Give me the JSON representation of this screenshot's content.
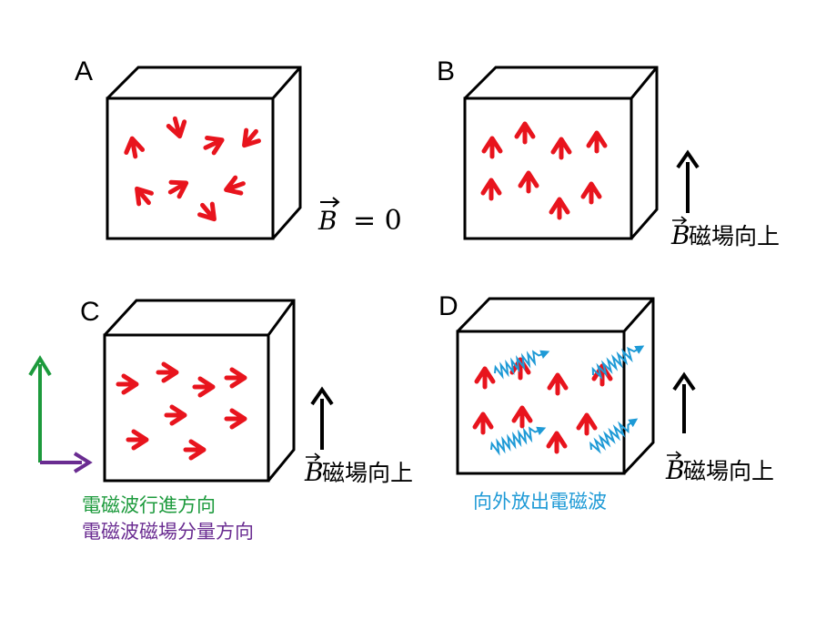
{
  "panels": {
    "a": {
      "label": "A",
      "field_text": "B",
      "field_eq": "= 0"
    },
    "b": {
      "label": "B",
      "field_text": "B",
      "field_suffix": "磁場向上"
    },
    "c": {
      "label": "C",
      "field_text": "B",
      "field_suffix": "磁場向上"
    },
    "d": {
      "label": "D",
      "field_text": "B",
      "field_suffix": "磁場向上"
    }
  },
  "legend": {
    "propagation_label": "電磁波行進方向",
    "field_component_label": "電磁波磁場分量方向"
  },
  "emission_label": "向外放出電磁波",
  "colors": {
    "spin_arrow": "#e8141d",
    "wave": "#1e9ad6",
    "propagation": "#1c9a3c",
    "field_component": "#6a2c91",
    "box": "#000000"
  },
  "icons": {
    "spin": "red-arrowhead-icon",
    "field": "up-arrow-icon",
    "wave": "wavy-arrow-icon"
  }
}
